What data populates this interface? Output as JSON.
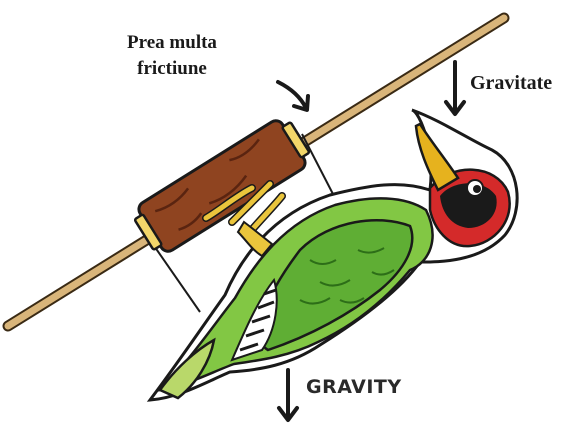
{
  "labels": {
    "friction_line1": "Prea multa",
    "friction_line2": "frictiune",
    "gravitate": "Gravitate",
    "gravity": "GRAVITY"
  },
  "colors": {
    "pole": "#c7a36a",
    "sleeve": "#8a3e1f",
    "bird_green": "#7cc43d",
    "bird_dark_green": "#3d8a24",
    "beak": "#e6b21e",
    "head_red": "#d42a2a",
    "feet": "#e8c23a"
  },
  "icons": [
    "down-arrow-icon",
    "curved-arrow-icon"
  ]
}
